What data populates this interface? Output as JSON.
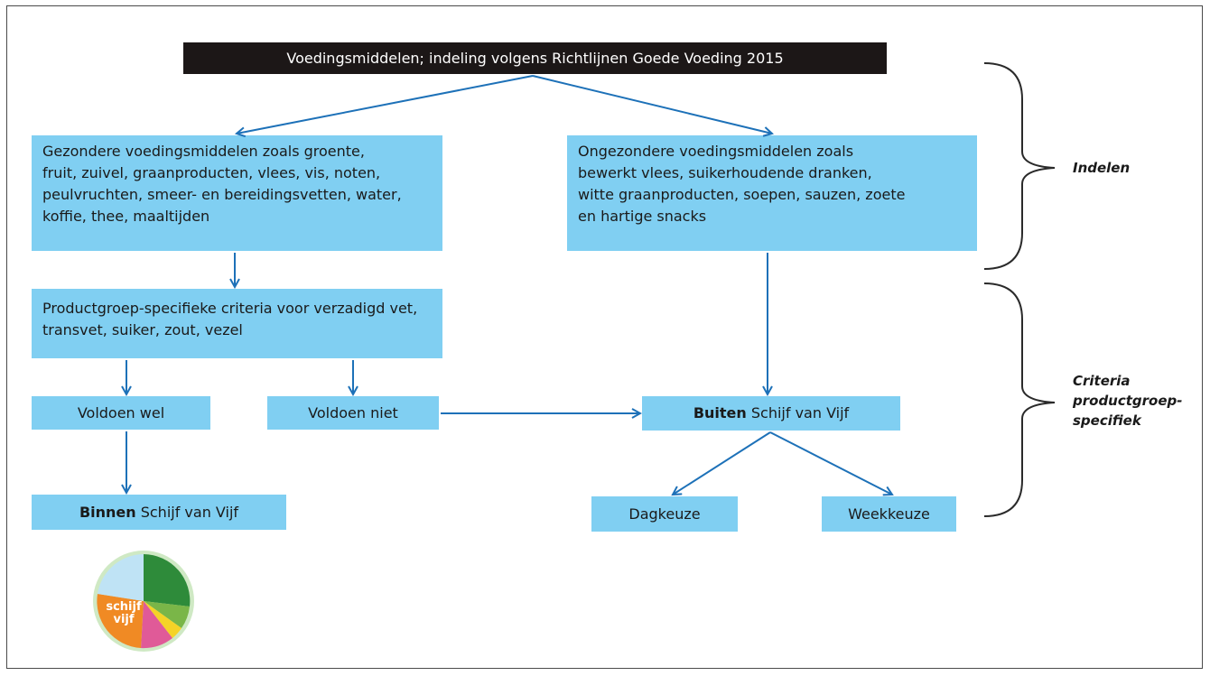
{
  "title": "Voedingsmiddelen; indeling volgens Richtlijnen Goede Voeding  2015",
  "healthy_box": {
    "lines": [
      "Gezondere voedingsmiddelen zoals groente,",
      "fruit, zuivel, graanproducten, vlees, vis, noten,",
      "peulvruchten, smeer- en bereidingsvetten, water,",
      "koffie, thee, maaltijden"
    ]
  },
  "unhealthy_box": {
    "lines": [
      "Ongezondere voedingsmiddelen zoals",
      "bewerkt vlees, suikerhoudende dranken,",
      "witte graanproducten, soepen, sauzen, zoete",
      "en hartige snacks"
    ]
  },
  "criteria_box": {
    "lines": [
      "Productgroep-specifieke criteria voor verzadigd vet,",
      "transvet, suiker, zout, vezel"
    ]
  },
  "meets_yes": "Voldoen wel",
  "meets_no": "Voldoen niet",
  "inside": {
    "bold": "Binnen",
    "rest": " Schijf van Vijf"
  },
  "outside": {
    "bold": "Buiten",
    "rest": " Schijf van Vijf"
  },
  "day_choice": "Dagkeuze",
  "week_choice": "Weekkeuze",
  "label_indelen": "Indelen",
  "label_criteria": [
    "Criteria",
    "productgroep-",
    "specifiek"
  ],
  "logo_text": [
    "schijf",
    "vijf"
  ],
  "colors": {
    "box_fill": "#80cff2",
    "arrow": "#1d71b8",
    "title_bg": "#1c1717",
    "logo_green": "#2e8b3a",
    "logo_orange": "#f08a24",
    "logo_pink": "#e05a98",
    "logo_yellow": "#f5d327",
    "logo_lightblue": "#bfe3f5"
  }
}
